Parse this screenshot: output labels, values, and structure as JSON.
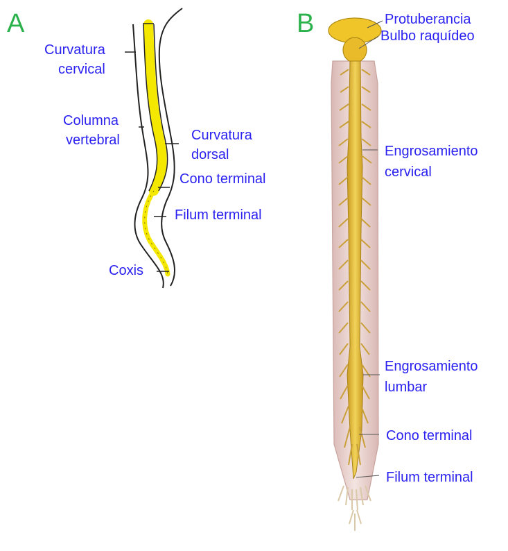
{
  "panel_a": {
    "letter": "A",
    "labels": {
      "curvatura_cervical": [
        "Curvatura",
        "cervical"
      ],
      "columna_vertebral": [
        "Columna",
        "vertebral"
      ],
      "curvatura_dorsal": [
        "Curvatura",
        "dorsal"
      ],
      "cono_terminal": "Cono terminal",
      "filum_terminal": "Filum terminal",
      "coxis": "Coxis"
    }
  },
  "panel_b": {
    "letter": "B",
    "labels": {
      "protuberancia": "Protuberancia",
      "bulbo_raquideo": "Bulbo raquídeo",
      "engrosamiento_cervical": [
        "Engrosamiento",
        "cervical"
      ],
      "engrosamiento_lumbar": [
        "Engrosamiento",
        "lumbar"
      ],
      "cono_terminal": "Cono terminal",
      "filum_terminal": "Filum terminal"
    }
  },
  "colors": {
    "label_text": "#2b22f0",
    "panel_letter": "#2bb24c",
    "spinal_cord_yellow": "#f5e800",
    "cord_illustration": "#e8c84a",
    "dura_pink": "#ead3cf",
    "outline": "#222222"
  }
}
